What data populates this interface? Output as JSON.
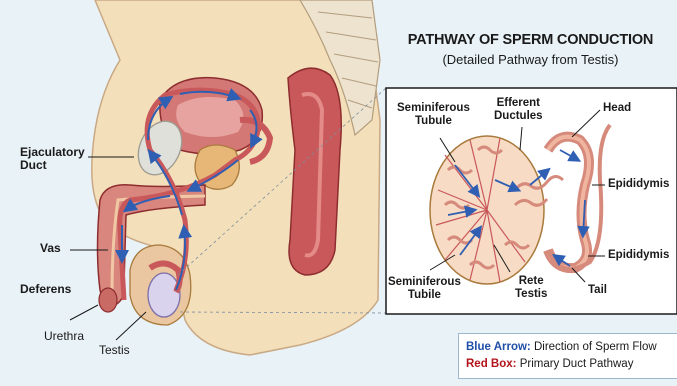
{
  "diagram": {
    "title": "PATHWAY OF SPERM CONDUCTION",
    "subtitle": "(Detailed Pathway from Testis)",
    "left_labels": {
      "ejaculatory_duct_1": "Ejaculatory",
      "ejaculatory_duct_2": "Duct",
      "vas": "Vas",
      "deferens": "Deferens",
      "urethra": "Urethra",
      "testis": "Testis"
    },
    "inset_labels": {
      "seminiferous_tubule_top_1": "Seminiferous",
      "seminiferous_tubule_top_2": "Tubule",
      "efferent_1": "Efferent",
      "efferent_2": "Ductules",
      "head": "Head",
      "epididymis_1": "Epididymis",
      "epididymis_2": "Epididymis",
      "seminiferous_tubile_1": "Seminiferous",
      "seminiferous_tubile_2": "Tubile",
      "rete_1": "Rete",
      "rete_2": "Testis",
      "tail": "Tail"
    },
    "legend": {
      "blue_key": "Blue Arrow:",
      "blue_text": "Direction of Sperm Flow",
      "red_key": "Red Box:",
      "red_text": "Primary Duct Pathway"
    },
    "colors": {
      "background": "#e9f2f7",
      "tissue": "#f3dfb9",
      "muscle": "#c9585a",
      "flow_arrow": "#2f5fb3",
      "inset_border": "#1a1a1a"
    }
  }
}
